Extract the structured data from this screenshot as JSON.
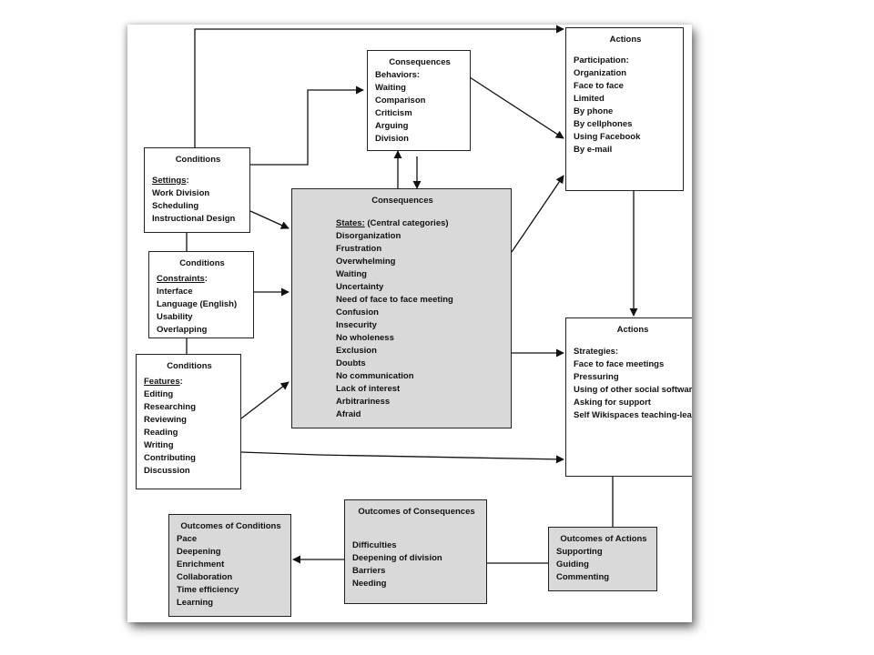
{
  "conditions_settings": {
    "title": "Conditions",
    "heading": "Settings",
    "items": [
      "Work Division",
      "Scheduling",
      "Instructional Design"
    ]
  },
  "conditions_constraints": {
    "title": "Conditions",
    "heading": "Constraints",
    "items": [
      "Interface",
      "Language (English)",
      "Usability",
      "Overlapping"
    ]
  },
  "conditions_features": {
    "title": "Conditions",
    "heading": "Features",
    "items": [
      "Editing",
      "Researching",
      "Reviewing",
      "Reading",
      "Writing",
      "Contributing",
      "Discussion"
    ]
  },
  "consequences_behaviors": {
    "title": "Consequences",
    "heading": "Behaviors:",
    "items": [
      "Waiting",
      "Comparison",
      "Criticism",
      "Arguing",
      "Division"
    ]
  },
  "consequences_states": {
    "title": "Consequences",
    "heading": "States:",
    "heading_suffix": " (Central categories)",
    "items": [
      "Disorganization",
      "Frustration",
      "Overwhelming",
      "Waiting",
      "Uncertainty",
      "Need of face to face meeting",
      "Confusion",
      "Insecurity",
      "No wholeness",
      "Exclusion",
      "Doubts",
      "No communication",
      "Lack of interest",
      "Arbitrariness",
      "Afraid"
    ]
  },
  "actions_participation": {
    "title": "Actions",
    "heading": "Participation:",
    "items": [
      "Organization",
      "Face to face",
      "Limited",
      "By phone",
      "By cellphones",
      "Using Facebook",
      "By e-mail"
    ]
  },
  "actions_strategies": {
    "title": "Actions",
    "heading": "Strategies:",
    "items": [
      "Face to face meetings",
      "Pressuring",
      "Using of other social software",
      "Asking for support",
      "Self Wikispaces teaching-learning"
    ]
  },
  "outcomes_conditions": {
    "title": "Outcomes of Conditions",
    "items": [
      "Pace",
      "Deepening",
      "Enrichment",
      "Collaboration",
      "Time efficiency",
      "Learning"
    ]
  },
  "outcomes_consequences": {
    "title": "Outcomes of Consequences",
    "items": [
      "Difficulties",
      "Deepening of division",
      "Barriers",
      "Needing"
    ]
  },
  "outcomes_actions": {
    "title": "Outcomes of Actions",
    "items": [
      "Supporting",
      "Guiding",
      "Commenting"
    ]
  },
  "colors": {
    "gray_box": "#d9d9d9",
    "line": "#111111"
  }
}
